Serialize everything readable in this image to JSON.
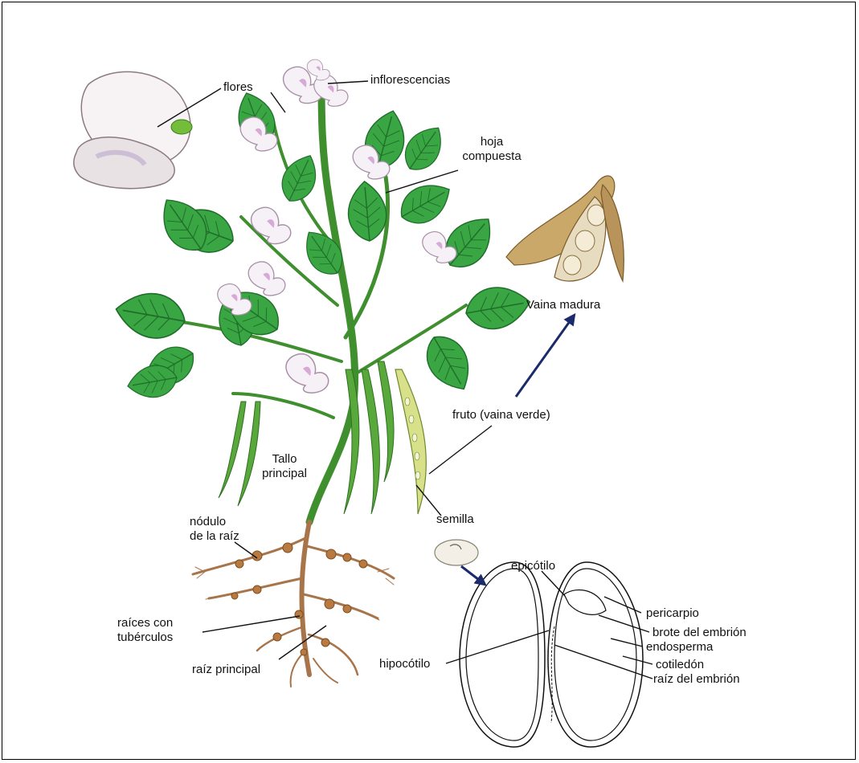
{
  "labels": {
    "flores": "flores",
    "inflorescencias": "inflorescencias",
    "hoja_compuesta": "hoja\ncompuesta",
    "vaina_madura": "Vaina madura",
    "fruto": "fruto (vaina verde)",
    "tallo": "Tallo\nprincipal",
    "nodulo": "nódulo\nde la raíz",
    "raices": "raíces con\ntubérculos",
    "raiz_principal": "raíz principal",
    "semilla": "semilla",
    "epicotilo": "epicótilo",
    "pericarpio": "pericarpio",
    "brote": "brote del embrión",
    "endosperma": "endosperma",
    "cotiledon": "cotiledón",
    "raiz_embrion": "raíz del embrión",
    "hipocotilo": "hipocótilo"
  },
  "colors": {
    "leaf": "#3aa543",
    "leaf_dark": "#1f6e2a",
    "stem": "#3f8f2f",
    "flower": "#f6f1f6",
    "flower_pink": "#d7a9d6",
    "root": "#a8744a",
    "pod_dry": "#c9a86a",
    "pod_green": "#d9e08a",
    "arrow": "#1b2a6b"
  }
}
